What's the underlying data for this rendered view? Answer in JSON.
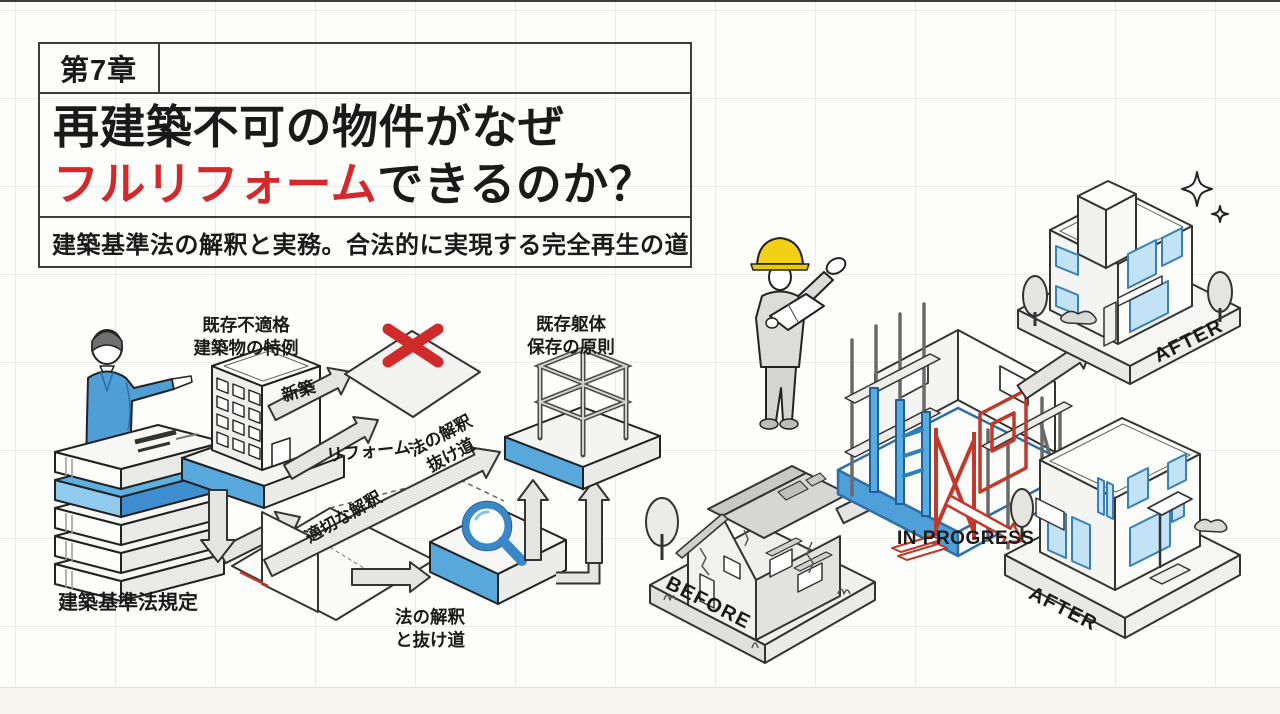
{
  "header": {
    "chapter": "第7章",
    "title_line1": "再建築不可の物件がなぜ",
    "title_line2_highlight": "フルリフォーム",
    "title_line2_rest": "できるのか？",
    "subtitle": "建築基準法の解釈と実務。合法的に実現する完全再生の道"
  },
  "flowchart": {
    "books_label": "建築基準法規定",
    "building_label": {
      "line1": "既存不適格",
      "line2": "建築物の特例"
    },
    "arrow_new_construction": "新築",
    "arrow_reform": "リフォーム",
    "arrow_proper_interpretation": "適切な解釈",
    "loophole_arrow_label": {
      "line1": "法の解釈",
      "line2": "抜け道"
    },
    "magnifier_box_label": {
      "line1": "法の解釈",
      "line2": "と抜け道"
    },
    "frame_label": {
      "line1": "既存躯体",
      "line2": "保存の原則"
    }
  },
  "renovation_story": {
    "before_label": "BEFORE",
    "in_progress_label": "IN PROGRESS",
    "after_label_top": "AFTER",
    "after_label_bottom": "AFTER"
  },
  "colors": {
    "accent_blue": "#4f9fd6",
    "accent_blue_dark": "#2e7fc0",
    "highlight_red": "#d22a2c",
    "diagram_red": "#c0392b",
    "helmet_yellow": "#f2d018",
    "outline": "#2b2b2b",
    "grid_line": "#ebebe7",
    "background": "#fdfdfb"
  }
}
